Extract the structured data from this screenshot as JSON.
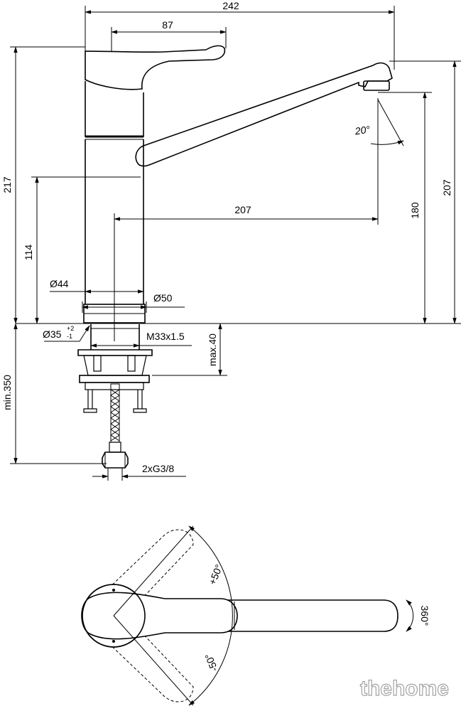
{
  "side_view": {
    "dimensions": {
      "overall_width": "242",
      "handle_length": "87",
      "overall_height": "217",
      "spout_height_total": "207",
      "lever_height": "114",
      "spout_reach": "207",
      "spout_outlet_height": "180",
      "body_diameter": "Ø44",
      "base_diameter": "Ø50",
      "hole_diameter": "Ø35",
      "hole_tolerance_plus": "+2",
      "hole_tolerance_minus": "-1",
      "thread": "M33x1.5",
      "max_deck_thickness": "max.40",
      "min_hose_length": "min.350",
      "connections": "2xG3/8",
      "spout_tilt_angle": "20°"
    }
  },
  "top_view": {
    "dimensions": {
      "lever_up_angle": "+50°",
      "lever_down_angle": "-50°",
      "spout_rotation": "360°"
    }
  },
  "watermark": "thehome"
}
